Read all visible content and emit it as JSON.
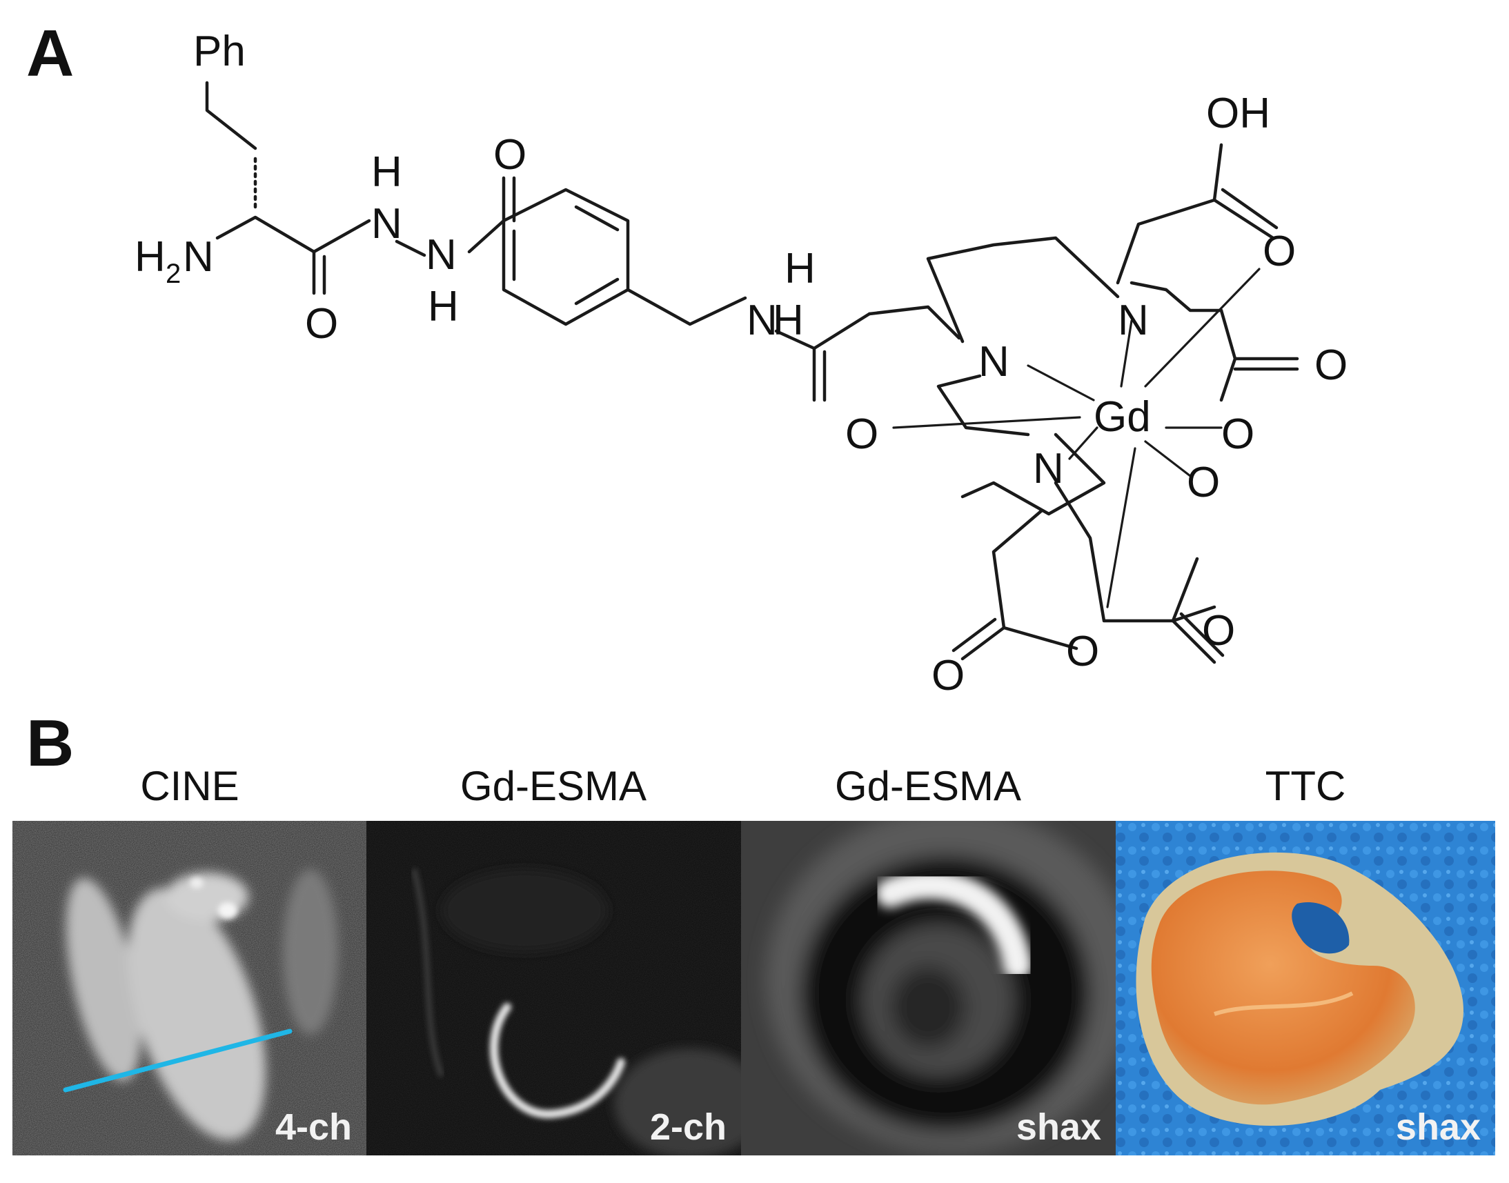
{
  "panel_a": {
    "letter": "A",
    "atoms": {
      "ph": "Ph",
      "h2n_h": "H",
      "h2n_sub": "2",
      "h2n_n": "N",
      "amide_o": "O",
      "nh_top_h": "H",
      "nh_top_n": "N",
      "nh_bot_n": "N",
      "nh_bot_h": "H",
      "carbonyl_o": "O",
      "benzyl_h": "H",
      "benzyl_n": "N",
      "amide2_o": "O",
      "ring_n_left": "N",
      "ring_n_top": "N",
      "ring_n_bottom": "N",
      "gd": "Gd",
      "oh": "OH",
      "o_top": "O",
      "o_right": "O",
      "o_mid": "O",
      "o_lower": "O",
      "o_lower_right": "O",
      "o_bottom": "O",
      "o_bottom_left": "O"
    }
  },
  "panel_b": {
    "letter": "B",
    "panels": [
      {
        "title": "CINE",
        "view": "4-ch"
      },
      {
        "title": "Gd-ESMA",
        "view": "2-ch"
      },
      {
        "title": "Gd-ESMA",
        "view": "shax"
      },
      {
        "title": "TTC",
        "view": "shax"
      }
    ],
    "colors": {
      "axis_line": "#1fb6e6",
      "ttc_background": "#2a7fd0",
      "ttc_tissue": "#e3803a"
    }
  }
}
